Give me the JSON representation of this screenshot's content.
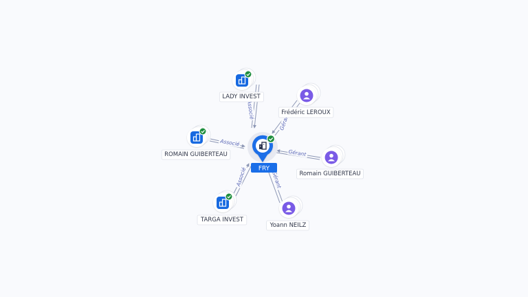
{
  "center": {
    "label": "FRY",
    "icon": "building-icon",
    "verified": true,
    "accent": "#1a6ee8"
  },
  "nodes": [
    {
      "id": "lady-invest",
      "label": "LADY INVEST",
      "kind": "company",
      "verified": true,
      "edge_label": "Associé"
    },
    {
      "id": "frederic-leroux",
      "label": "Frédéric LEROUX",
      "kind": "person",
      "verified": false,
      "edge_label": "Gérant"
    },
    {
      "id": "romain-guiberteau-company",
      "label": "ROMAIN GUIBERTEAU",
      "kind": "company",
      "verified": true,
      "edge_label": "Associé"
    },
    {
      "id": "romain-guiberteau-person",
      "label": "Romain GUIBERTEAU",
      "kind": "person",
      "verified": false,
      "edge_label": "Gérant"
    },
    {
      "id": "targa-invest",
      "label": "TARGA INVEST",
      "kind": "company",
      "verified": true,
      "edge_label": "Associé"
    },
    {
      "id": "yoann-neilz",
      "label": "Yoann NEILZ",
      "kind": "person",
      "verified": false,
      "edge_label": "Gérant"
    }
  ],
  "colors": {
    "company": "#1769e0",
    "person": "#7a5be6",
    "verified": "#1e8e3e",
    "edge": "#8c96b4",
    "edge_label": "#5865b5"
  }
}
